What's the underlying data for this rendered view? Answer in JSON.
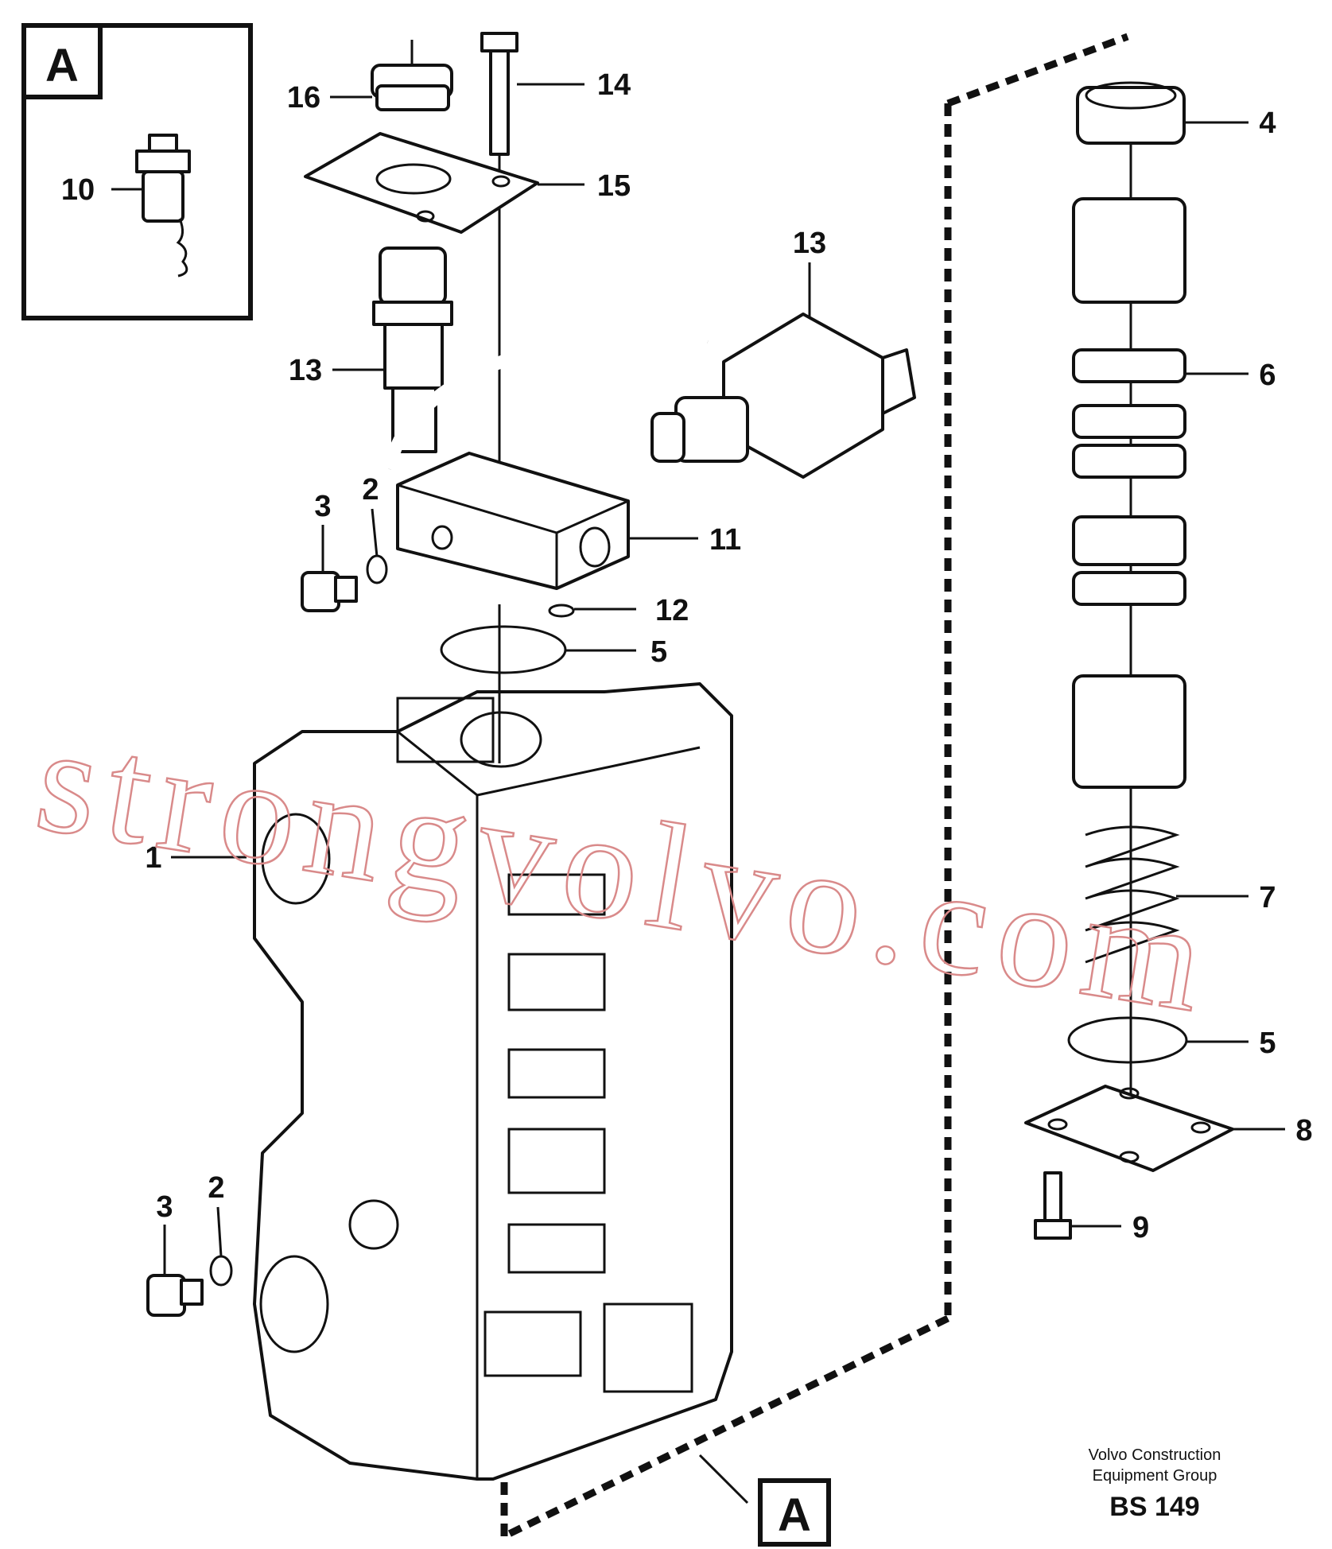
{
  "inset": {
    "label": "A",
    "callout": "10"
  },
  "callouts": {
    "c1": "1",
    "c2a": "2",
    "c2b": "2",
    "c3a": "3",
    "c3b": "3",
    "c4": "4",
    "c5a": "5",
    "c5b": "5",
    "c6": "6",
    "c7": "7",
    "c8": "8",
    "c9": "9",
    "c11": "11",
    "c12": "12",
    "c13a": "13",
    "c13b": "13",
    "c14": "14",
    "c15": "15",
    "c16": "16"
  },
  "section_marker": "A",
  "credit": {
    "line1": "Volvo Construction",
    "line2": "Equipment Group"
  },
  "drawing_code": "BS 149",
  "watermark": "strongvolvo.com",
  "colors": {
    "ink": "#111111",
    "watermark": "#d98a8a",
    "background": "#ffffff"
  }
}
